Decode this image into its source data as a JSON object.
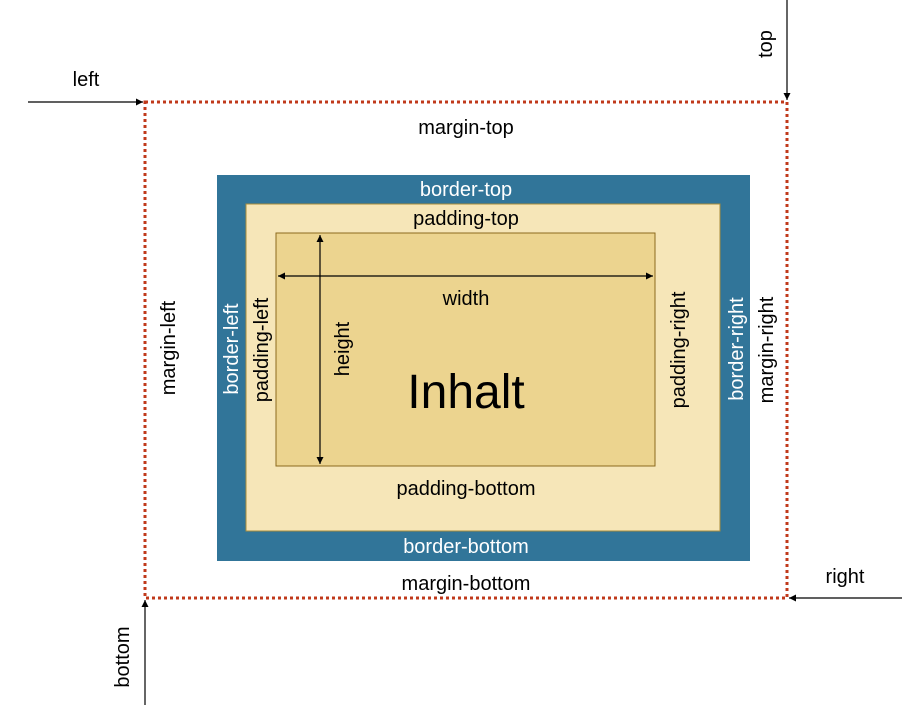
{
  "labels": {
    "left": "left",
    "top": "top",
    "right": "right",
    "bottom": "bottom",
    "margin_top": "margin-top",
    "margin_bottom": "margin-bottom",
    "margin_left": "margin-left",
    "margin_right": "margin-right",
    "border_top": "border-top",
    "border_bottom": "border-bottom",
    "border_left": "border-left",
    "border_right": "border-right",
    "padding_top": "padding-top",
    "padding_bottom": "padding-bottom",
    "padding_left": "padding-left",
    "padding_right": "padding-right",
    "width": "width",
    "height": "height",
    "content": "Inhalt"
  },
  "colors": {
    "margin_outline": "#c0391b",
    "border_fill": "#317599",
    "padding_fill": "#f6e6b8",
    "padding_stroke": "#a88c3a",
    "content_fill": "#ecd48f",
    "content_stroke": "#8c6a1e",
    "arrow": "#000000",
    "border_text": "#ffffff",
    "text": "#000000"
  }
}
